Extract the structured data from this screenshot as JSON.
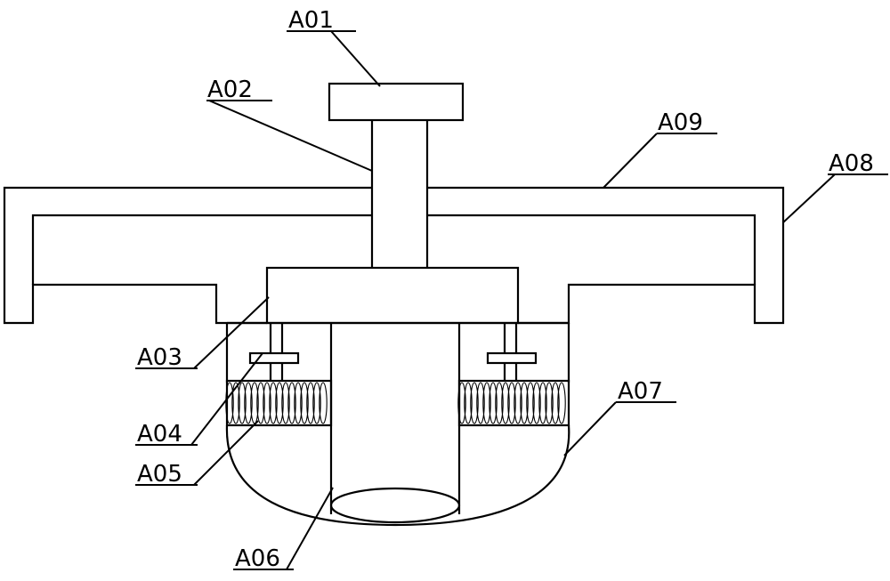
{
  "labels": {
    "a01": "A01",
    "a02": "A02",
    "a03": "A03",
    "a04": "A04",
    "a05": "A05",
    "a06": "A06",
    "a07": "A07",
    "a08": "A08",
    "a09": "A09"
  },
  "colors": {
    "line": "#000000",
    "background": "#ffffff"
  }
}
